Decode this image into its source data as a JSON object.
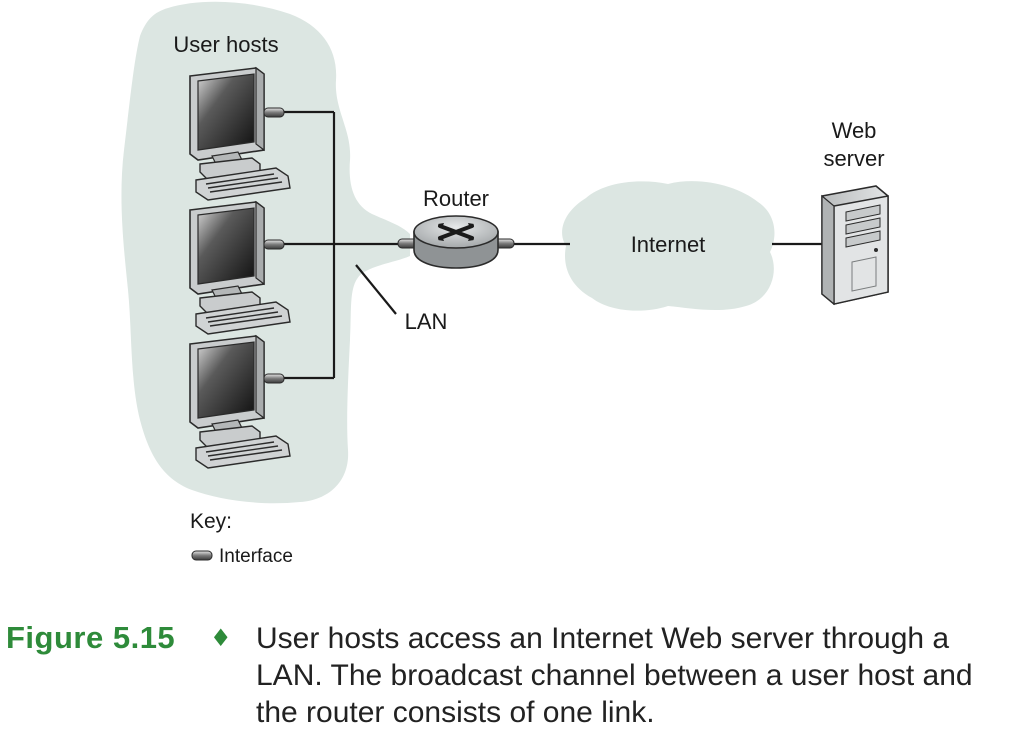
{
  "labels": {
    "user_hosts": "User hosts",
    "router": "Router",
    "internet": "Internet",
    "web_server_line1": "Web",
    "web_server_line2": "server",
    "lan": "LAN",
    "key_title": "Key:",
    "key_interface": "Interface"
  },
  "caption": {
    "figure_label": "Figure 5.15",
    "bullet": "♦",
    "text": "User hosts access an Internet Web server through a LAN. The broadcast channel between a user host and the router consists of one link."
  },
  "colors": {
    "cloud": "#dce6e2",
    "caption_accent": "#2e8b3a",
    "line": "#1a1a1a"
  },
  "icons": [
    "desktop-computer-icon",
    "router-icon",
    "server-tower-icon",
    "interface-connector-icon"
  ]
}
